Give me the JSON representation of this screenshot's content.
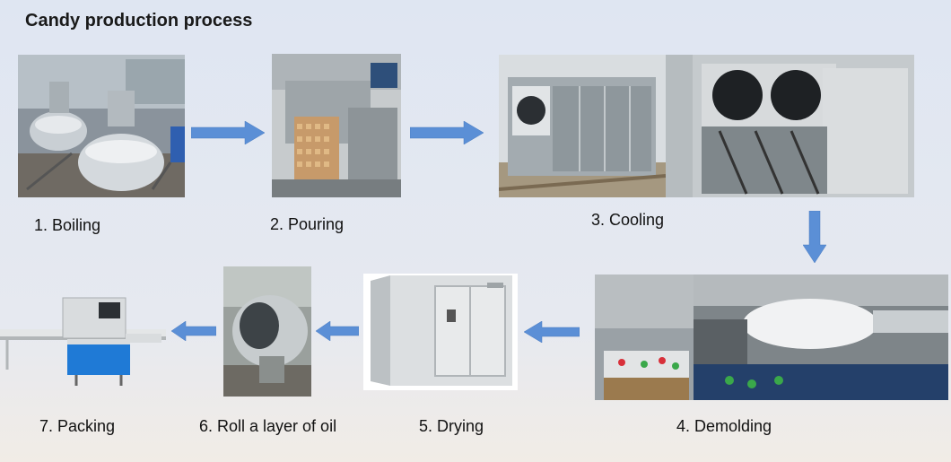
{
  "title": "Candy production process",
  "steps": [
    {
      "label": "1. Boiling"
    },
    {
      "label": "2. Pouring"
    },
    {
      "label": "3. Cooling"
    },
    {
      "label": "4. Demolding"
    },
    {
      "label": "5. Drying"
    },
    {
      "label": "6. Roll a layer of oil"
    },
    {
      "label": "7. Packing"
    }
  ],
  "colors": {
    "arrow": "#5b8fd6",
    "arrow_stroke": "#4a7bc0"
  }
}
